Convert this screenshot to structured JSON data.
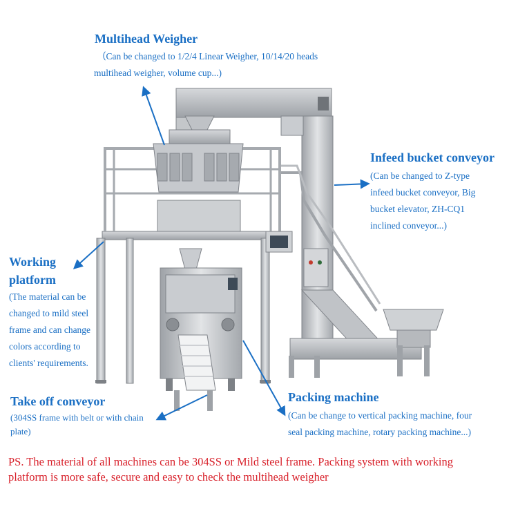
{
  "colors": {
    "label": "#1a6fc4",
    "note": "#d8202a",
    "steel": "#b9bcc0",
    "steel_dark": "#7d8186"
  },
  "labels": {
    "multihead": {
      "title": "Multihead Weigher",
      "desc": [
        "（Can be changed to 1/2/4 Linear Weigher,  10/14/20 heads",
        "multihead weigher, volume cup...)"
      ]
    },
    "infeed": {
      "title": "Infeed bucket conveyor",
      "desc": [
        "(Can be changed to Z-type",
        "infeed bucket conveyor, Big",
        "bucket elevator, ZH-CQ1",
        "inclined conveyor...)"
      ]
    },
    "platform": {
      "title": [
        "Working",
        "platform"
      ],
      "desc": [
        "(The material can be",
        "changed to mild steel",
        "frame and can change",
        "colors according to",
        "clients' requirements."
      ]
    },
    "takeoff": {
      "title": "Take off conveyor",
      "desc": [
        "(304SS frame with belt or with chain",
        "plate)"
      ]
    },
    "packing": {
      "title": "Packing machine",
      "desc": [
        "(Can be change to vertical packing machine, four",
        "seal packing machine, rotary packing machine...)"
      ]
    }
  },
  "note": [
    "PS. The material of all machines can be 304SS or Mild steel frame. Packing system with working",
    "platform is more safe, secure and easy to check the multihead weigher"
  ]
}
